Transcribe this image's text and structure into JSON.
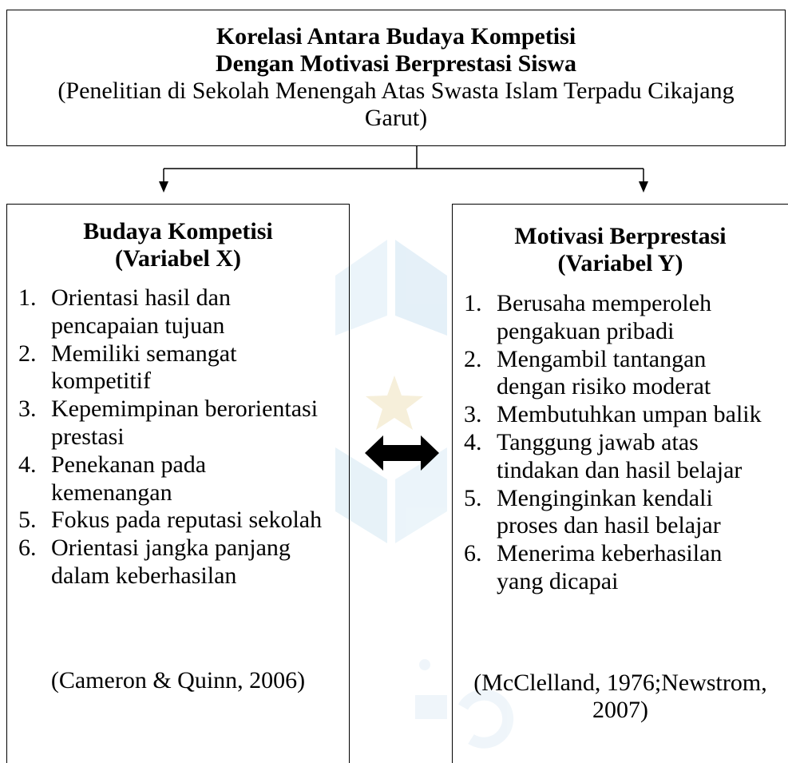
{
  "title": {
    "line1": "Korelasi Antara Budaya Kompetisi",
    "line2": "Dengan Motivasi Berprestasi Siswa",
    "subtitle": "(Penelitian di Sekolah Menengah Atas Swasta Islam Terpadu Cikajang Garut)"
  },
  "left_box": {
    "heading_line1": "Budaya Kompetisi",
    "heading_line2": "(Variabel X)",
    "items": [
      {
        "num": "1.",
        "line1": "Orientasi hasil dan",
        "line2": "pencapaian tujuan"
      },
      {
        "num": "2.",
        "line1": "Memiliki semangat",
        "line2": "kompetitif"
      },
      {
        "num": "3.",
        "line1": "Kepemimpinan berorientasi",
        "line2": "prestasi"
      },
      {
        "num": "4.",
        "line1": "Penekanan pada",
        "line2": "kemenangan"
      },
      {
        "num": "5.",
        "line1": "Fokus pada reputasi sekolah",
        "line2": ""
      },
      {
        "num": "6.",
        "line1": "Orientasi jangka panjang",
        "line2": "dalam keberhasilan"
      }
    ],
    "citation": "(Cameron & Quinn, 2006)"
  },
  "right_box": {
    "heading_line1": "Motivasi Berprestasi",
    "heading_line2": "(Variabel Y)",
    "items": [
      {
        "num": "1.",
        "line1": "Berusaha memperoleh",
        "line2": "pengakuan pribadi"
      },
      {
        "num": "2.",
        "line1": "Mengambil tantangan",
        "line2": "dengan risiko moderat"
      },
      {
        "num": "3.",
        "line1": "Membutuhkan umpan balik",
        "line2": ""
      },
      {
        "num": "4.",
        "line1": "Tanggung jawab atas",
        "line2": "tindakan dan hasil belajar"
      },
      {
        "num": "5.",
        "line1": "Menginginkan kendali",
        "line2": "proses dan hasil belajar"
      },
      {
        "num": "6.",
        "line1": "Menerima keberhasilan",
        "line2": "yang dicapai"
      }
    ],
    "citation_line1": "(McClelland, 1976;Newstrom,",
    "citation_line2": "2007)"
  },
  "icons": {
    "connector": "down-arrow-icon",
    "relation": "double-headed-arrow-icon",
    "watermark": "star-logo-watermark"
  },
  "colors": {
    "line": "#000000",
    "watermark_blue": "#cfe4f3",
    "watermark_gold": "#f1e7c8"
  }
}
